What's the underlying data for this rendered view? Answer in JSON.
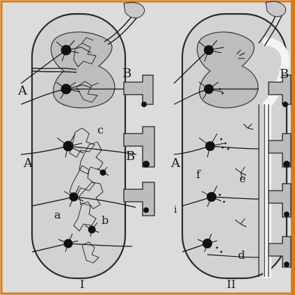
{
  "figure": {
    "frame_color": "#e07a10",
    "paper_color": "#dcdcdc",
    "cord_fill": "#d2d2d2",
    "cord_stroke": "#2a2a2a",
    "ink_color": "#151515"
  },
  "panel_i": {
    "numeral": "I",
    "labels": {
      "A_top": "A",
      "B_top": "B",
      "A_mid": "A",
      "B_mid": "B",
      "c": "c",
      "a": "a",
      "b": "b"
    }
  },
  "panel_ii": {
    "numeral": "II",
    "labels": {
      "B_top": "B",
      "A_mid": "A",
      "f": "f",
      "e": "e",
      "d": "d",
      "i": "i"
    }
  }
}
